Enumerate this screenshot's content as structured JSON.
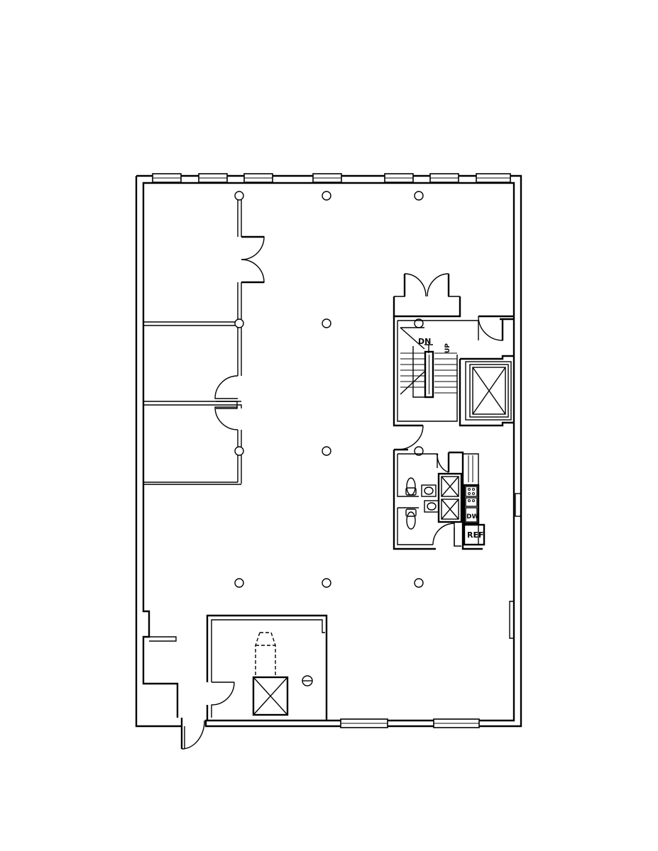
{
  "labels": {
    "stair_down": "DN",
    "stair_up": "UP",
    "dishwasher": "DW",
    "refrigerator": "REF"
  }
}
